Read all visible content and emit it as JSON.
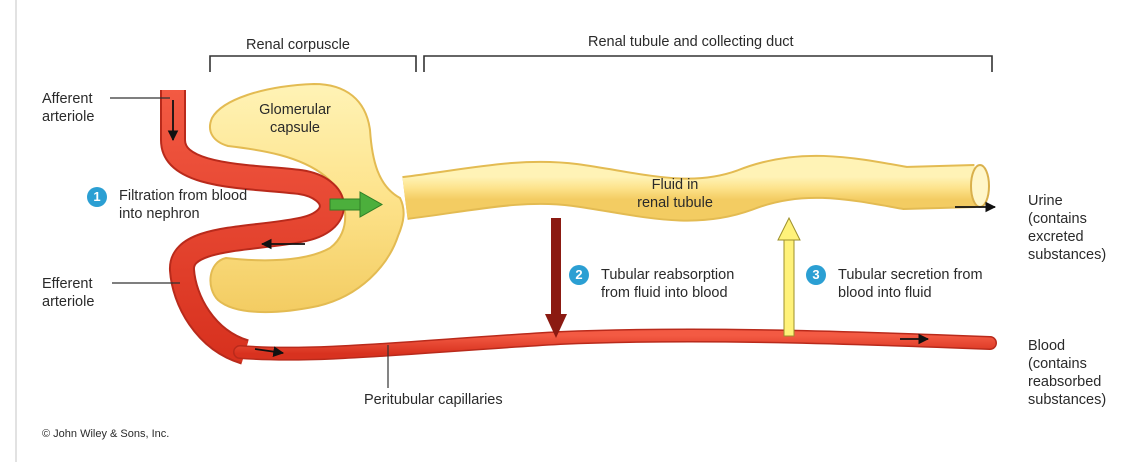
{
  "labels": {
    "renal_corpuscle": "Renal corpuscle",
    "renal_tubule_and_collecting_duct": "Renal tubule and collecting duct",
    "afferent_arteriole": "Afferent\narteriole",
    "efferent_arteriole": "Efferent\narteriole",
    "glomerular_capsule": "Glomerular\ncapsule",
    "fluid_in_renal_tubule": "Fluid in\nrenal tubule",
    "urine": "Urine\n(contains\nexcreted\nsubstances)",
    "blood": "Blood\n(contains\nreabsorbed\nsubstances)",
    "peritubular_capillaries": "Peritubular capillaries"
  },
  "steps": [
    {
      "number": "1",
      "text": "Filtration from blood\ninto nephron"
    },
    {
      "number": "2",
      "text": "Tubular reabsorption\nfrom fluid into blood"
    },
    {
      "number": "3",
      "text": "Tubular secretion from\nblood into fluid"
    }
  ],
  "copyright": "© John Wiley & Sons, Inc.",
  "colors": {
    "tubule_fill": "#fde38b",
    "tubule_edge": "#e9c35a",
    "vessel": "#e8402c",
    "vessel_dark": "#b92a1b",
    "filtration_arrow": "#4caf3c",
    "reabsorption_arrow": "#8b1a12",
    "secretion_arrow": "#fff27a",
    "badge": "#2b9fd3",
    "line": "#333333"
  }
}
